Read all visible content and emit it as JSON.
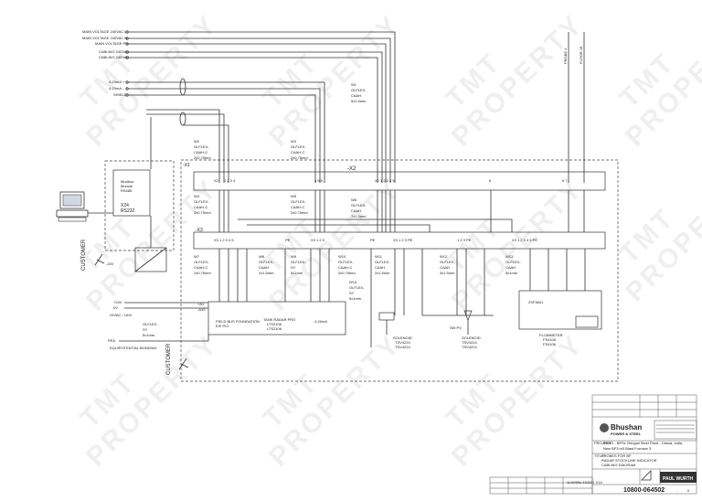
{
  "watermark": "TMT\nPROPERTY",
  "watermark_line1": "TMT",
  "watermark_line2": "PROPERTY",
  "supply": {
    "mains_l": "MAIN VOLTAGE 240VAC  L",
    "mains_n": "MAIN VOLTAGE 240VAC  N",
    "mains_pe": "MAIN VOLTAGE PE",
    "cabling_l": "CABLING 240VAC",
    "cabling_n": "CABLING 240VAC",
    "signal_plus": "4-20mA +",
    "signal_minus": "4-20mA -",
    "shield": "SHIELD",
    "top_right_1": "PROBE 1",
    "top_right_2": "FLOOR 18"
  },
  "cables": {
    "w1": [
      "W1",
      "OLFLEX-",
      "CAAH",
      "5x1.5mm"
    ],
    "w2": [
      "W2",
      "OLFLEX-",
      "CAAH-C",
      "2x0.75mm"
    ],
    "w3": [
      "W3",
      "OLFLEX-",
      "CAAH-C",
      "2x0.75mm"
    ],
    "w4": [
      "W4",
      "OLFLEX-",
      "CAAH-C",
      "2x0.75mm"
    ],
    "w5": [
      "W5",
      "OLFLEX-",
      "CAAH-C",
      "2x0.75mm"
    ],
    "w6": [
      "W6",
      "OLFLEX-",
      "CAAH",
      "7x1.5mm"
    ],
    "w7": [
      "W7",
      "OLFLEX-",
      "CAAH-C",
      "2x0.75mm"
    ],
    "w8": [
      "W8",
      "OLFLEX-",
      "CAAH",
      "2x1.5mm"
    ],
    "w9": [
      "W9",
      "OLFLEX-",
      "SY",
      "5x1mm"
    ],
    "w10": [
      "W10",
      "OLFLEX-",
      "CAAH-C",
      "2x0.75mm"
    ],
    "w11": [
      "W11",
      "OLFLEX-",
      "CAAH",
      "2x1.5mm"
    ],
    "w12": [
      "W12",
      "OLFLEX-",
      "CAAH",
      "3x1.5mm"
    ],
    "w13": [
      "W13",
      "OLFLEX-",
      "CAAH",
      "5x1mm"
    ],
    "w14": [
      "W14",
      "OLFLEX-",
      "SY",
      "5x1mm"
    ],
    "w15": [
      "OLFLEX-",
      "SY",
      "5x1mm"
    ]
  },
  "blocks": {
    "x1": "-X1",
    "x2": "-X2",
    "x3": "-X3",
    "x1_label": "X1 1 2 3 4 5 6",
    "x3_label": "X3 1 2 3 4 5 6",
    "modbus": [
      "Modbus",
      "Module",
      "RS485"
    ],
    "rs232": [
      "X24",
      "RS232"
    ],
    "a10": [
      "+A1",
      "-A10"
    ],
    "field_bus": [
      "FIELD BUS FOUNDATION",
      "E/E PIO"
    ],
    "tank": [
      "TANK RADAR PRO",
      "LTS2106",
      "LTS2106"
    ],
    "mA": "4-20mA",
    "sw_pv": "SW PV",
    "solenoid_1": [
      "SOLENOID",
      "TSV4224",
      "TSV4224"
    ],
    "solenoid_2": [
      "SOLENOID",
      "TSV4224",
      "TSV4224"
    ],
    "flowmeter": [
      "FLOWMETER",
      "FS4106",
      "FS4106"
    ],
    "sensor_label": "2SF3601"
  },
  "customer": {
    "left_vertical": "CUSTOMER",
    "bottom_vertical": "CUSTOMER",
    "supply": "24VAC / 1A%",
    "pe": "PEA",
    "bond": "EQUIPOTENTIAL BONDING",
    "line_24": "+24V",
    "line_0": "0V"
  },
  "title_block": {
    "company": "Bhushan",
    "company_sub": "POWER & STEEL",
    "project_label": "PROJECT",
    "project_line1": "PRBG - BPSL Rengali Steel Plant - Orissa, India",
    "project_line2": "New BF3 m3  Blast Furnace 3",
    "title_label": "TITLE",
    "title_line1": "PROBES FOR BF",
    "title_line2": "RADAR STOCKLINE INDICATOR",
    "title_line3": "CABLING DIAGRAM",
    "supplier": "PAUL WURTH",
    "drawing_no": "11.6000c-101101 V14",
    "doc_no": "10800-064502",
    "sheet": "-",
    "rev": "0"
  }
}
